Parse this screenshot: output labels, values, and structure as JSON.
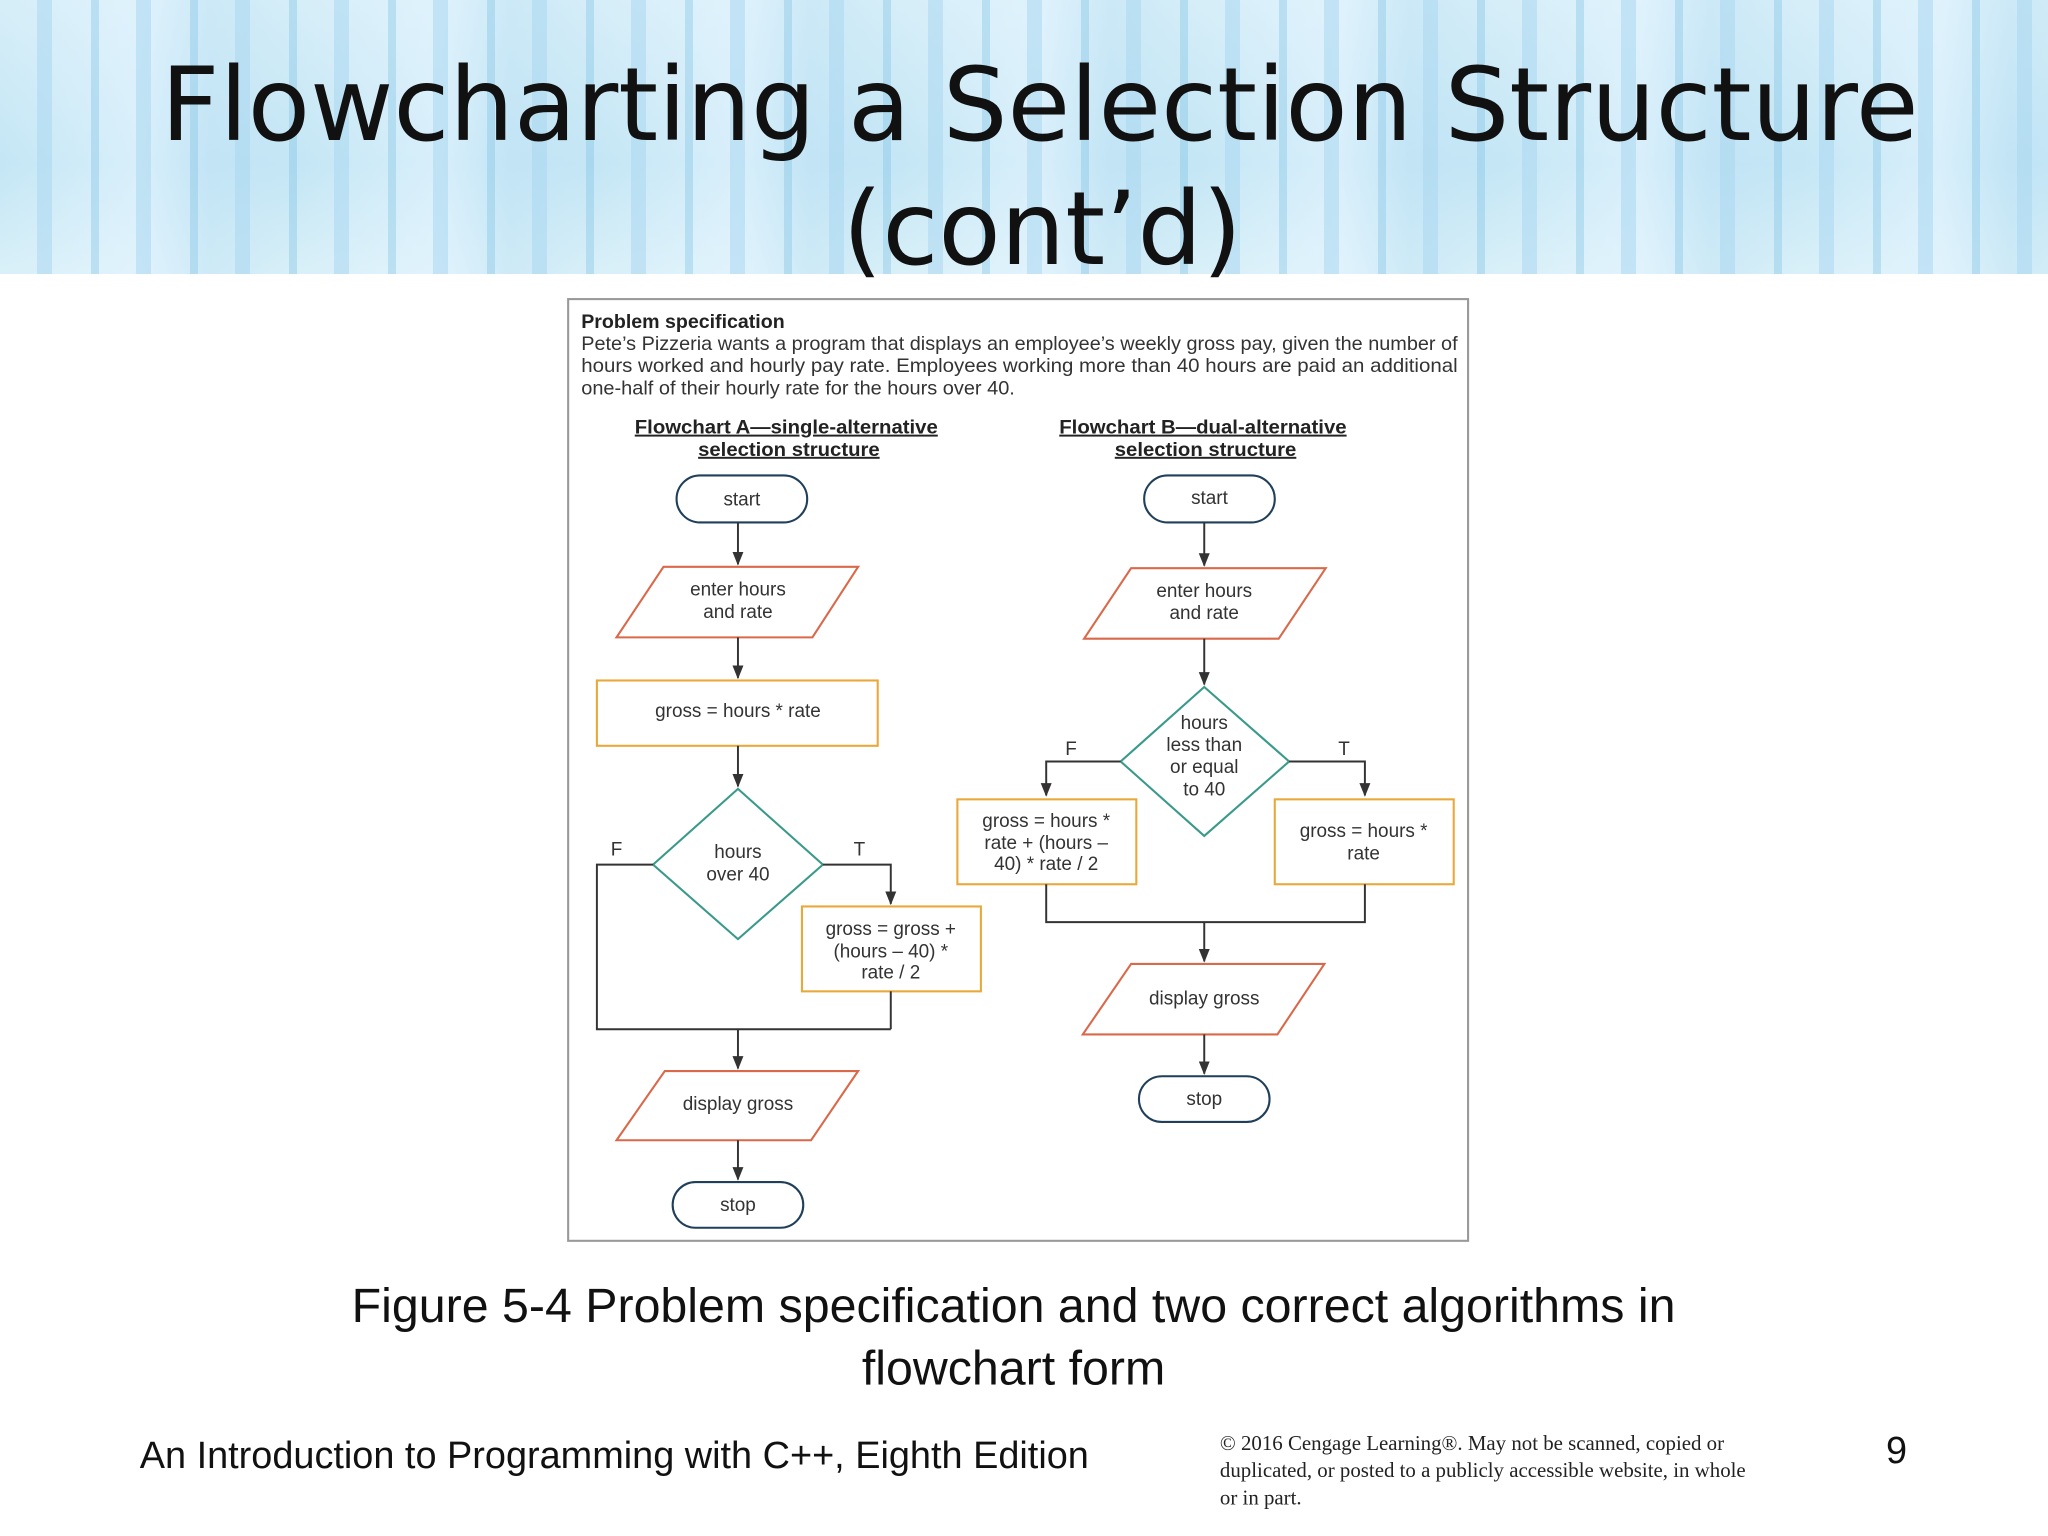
{
  "slide": {
    "title_line1": "Flowcharting a Selection Structure",
    "title_line2": "(cont’d)",
    "caption_line1": "Figure 5-4 Problem specification and two correct algorithms in",
    "caption_line2": "flowchart form",
    "footer_book": "An Introduction to Programming with C++, Eighth Edition",
    "copyright_lines": [
      "© 2016 Cengage Learning®. May not be scanned, copied or",
      "duplicated, or posted to a publicly accessible website, in whole",
      "or in part."
    ],
    "page_number": "9"
  },
  "figure": {
    "spec_title": "Problem specification",
    "spec_lines": [
      "Pete’s Pizzeria wants a program that displays an employee’s weekly gross pay, given the number of",
      "hours worked and hourly pay rate. Employees working more than 40 hours are paid an additional",
      "one-half of their hourly rate for the hours over 40."
    ],
    "flowchart_a": {
      "heading": [
        "Flowchart A—single-alternative",
        "selection structure"
      ],
      "start": "start",
      "input": [
        "enter hours",
        "and rate"
      ],
      "process1": "gross = hours * rate",
      "decision": [
        "hours",
        "over 40"
      ],
      "false_label": "F",
      "true_label": "T",
      "process2": [
        "gross = gross +",
        "(hours – 40) *",
        "rate / 2"
      ],
      "output": "display gross",
      "stop": "stop"
    },
    "flowchart_b": {
      "heading": [
        "Flowchart B—dual-alternative",
        "selection structure"
      ],
      "start": "start",
      "input": [
        "enter hours",
        "and rate"
      ],
      "decision": [
        "hours",
        "less than",
        "or equal",
        "to 40"
      ],
      "false_label": "F",
      "true_label": "T",
      "false_process": [
        "gross = hours *",
        "rate + (hours –",
        "40) * rate / 2"
      ],
      "true_process": [
        "gross = hours *",
        "rate"
      ],
      "output": "display gross",
      "stop": "stop"
    },
    "colors": {
      "terminal": "#1f3f5a",
      "input_output": "#d9694a",
      "process": "#e8a93a",
      "decision": "#3a9a8a"
    }
  }
}
